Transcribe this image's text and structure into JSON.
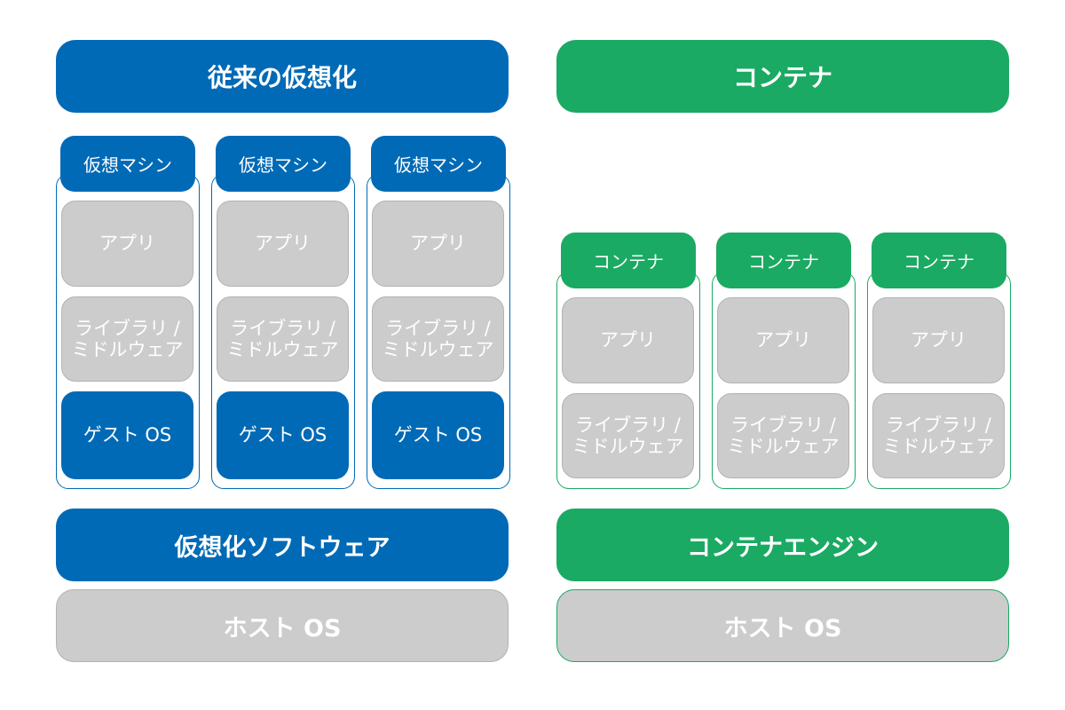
{
  "colors": {
    "vm_blue": "#006ab6",
    "container_green": "#1aaa63",
    "layer_gray": "#cccccc"
  },
  "left": {
    "title": "従来の仮想化",
    "vms": [
      {
        "label": "仮想マシン",
        "app": "アプリ",
        "lib": "ライブラリ /\nミドルウェア",
        "guest_os": "ゲスト OS"
      },
      {
        "label": "仮想マシン",
        "app": "アプリ",
        "lib": "ライブラリ /\nミドルウェア",
        "guest_os": "ゲスト OS"
      },
      {
        "label": "仮想マシン",
        "app": "アプリ",
        "lib": "ライブラリ /\nミドルウェア",
        "guest_os": "ゲスト OS"
      }
    ],
    "hypervisor": "仮想化ソフトウェア",
    "host_os": "ホスト OS"
  },
  "right": {
    "title": "コンテナ",
    "containers": [
      {
        "label": "コンテナ",
        "app": "アプリ",
        "lib": "ライブラリ /\nミドルウェア"
      },
      {
        "label": "コンテナ",
        "app": "アプリ",
        "lib": "ライブラリ /\nミドルウェア"
      },
      {
        "label": "コンテナ",
        "app": "アプリ",
        "lib": "ライブラリ /\nミドルウェア"
      }
    ],
    "engine": "コンテナエンジン",
    "host_os": "ホスト OS"
  }
}
